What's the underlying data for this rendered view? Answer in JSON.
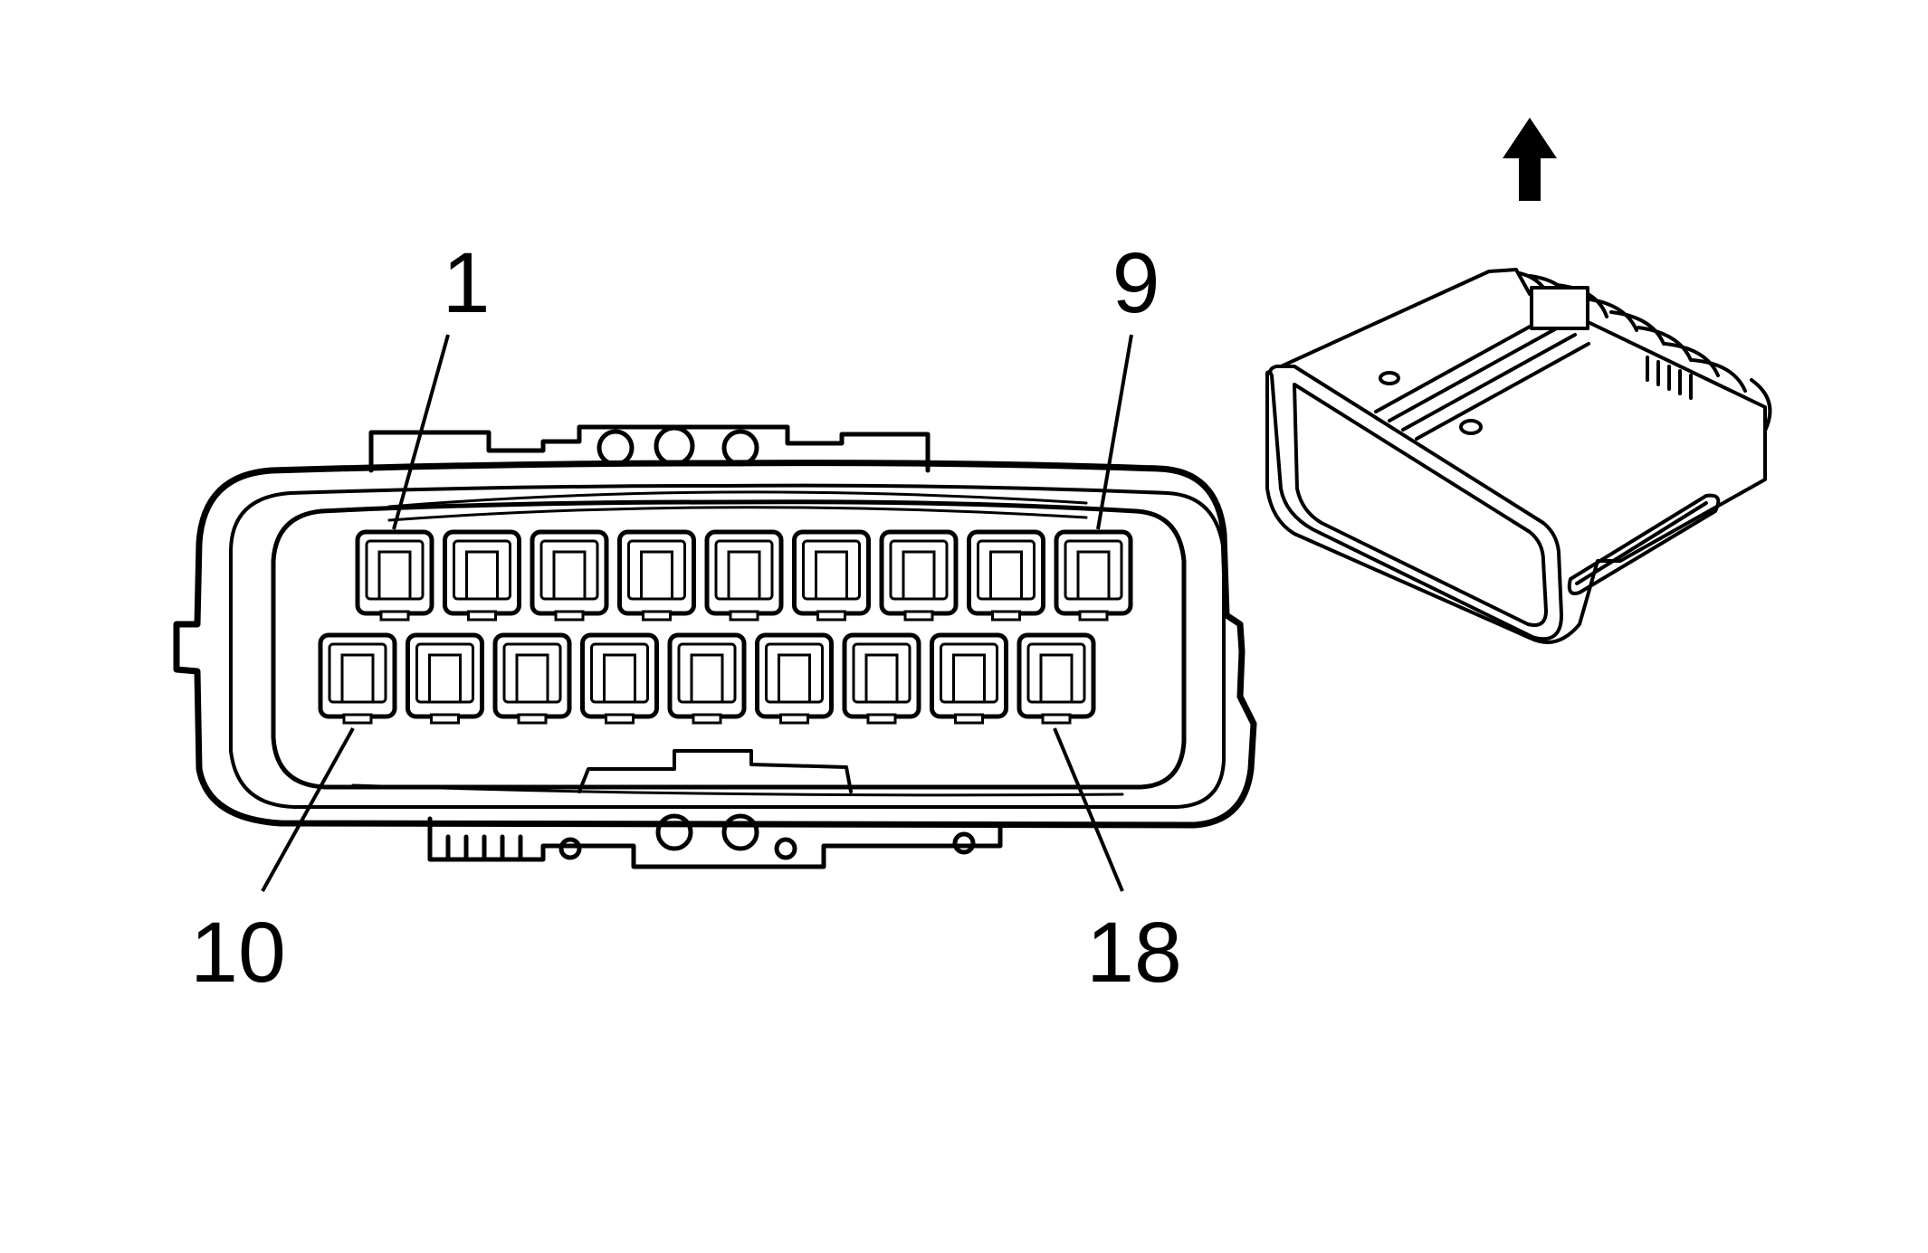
{
  "diagram": {
    "type": "connector-face-view",
    "pin_rows": {
      "top": {
        "first": 1,
        "last": 9,
        "count": 9
      },
      "bottom": {
        "first": 10,
        "last": 18,
        "count": 9
      }
    },
    "labels": {
      "top_left": "1",
      "top_right": "9",
      "bottom_left": "10",
      "bottom_right": "18"
    },
    "orientation_arrow": "up-arrow-icon",
    "inset": "connector-isometric-view"
  }
}
